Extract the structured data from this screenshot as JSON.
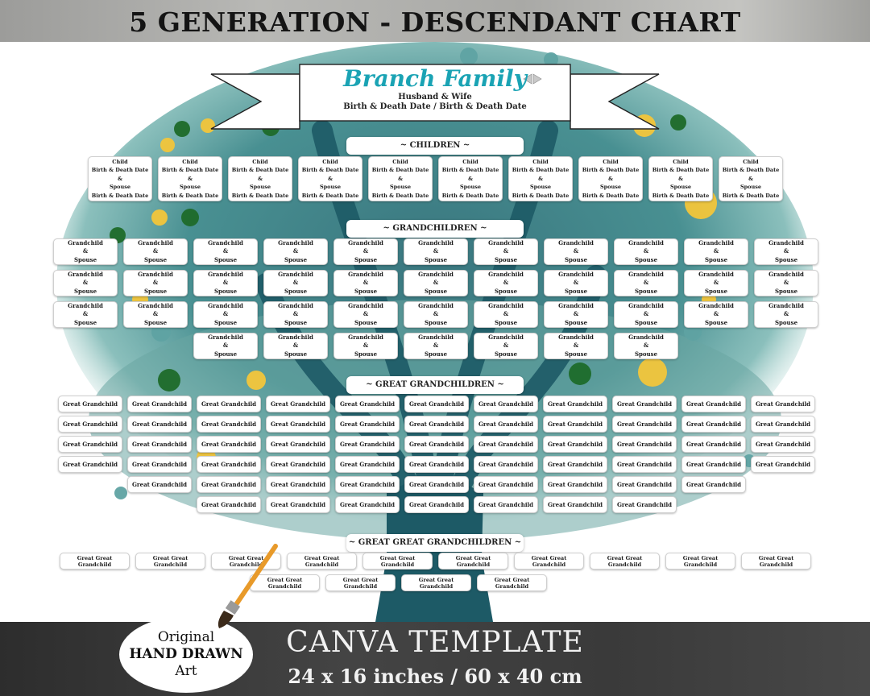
{
  "title": "5 GENERATION - DESCENDANT CHART",
  "header": {
    "family_name": "Branch Family",
    "couple": "Husband & Wife",
    "dates": "Birth & Death Date / Birth & Death Date"
  },
  "sections": {
    "children": "~ CHILDREN ~",
    "grandchildren": "~ GRANDCHILDREN ~",
    "great_grandchildren": "~ GREAT GRANDCHILDREN ~",
    "great_great_grandchildren": "~ GREAT GREAT GRANDCHILDREN ~"
  },
  "child_card": {
    "name": "Child",
    "dates": "Birth & Death Date",
    "amp": "&",
    "spouse": "Spouse",
    "spouse_dates": "Birth & Death Date",
    "count": 10
  },
  "grandchild_card": {
    "name": "Grandchild",
    "amp": "&",
    "spouse": "Spouse",
    "column_counts": [
      3,
      3,
      4,
      4,
      4,
      4,
      4,
      4,
      4,
      3,
      3
    ]
  },
  "great_grandchild_card": {
    "label": "Great Grandchild",
    "column_counts": [
      4,
      5,
      6,
      6,
      6,
      6,
      6,
      6,
      6,
      5,
      4
    ]
  },
  "great_great_grandchild_card": {
    "label": "Great Great Grandchild",
    "row1_count": 10,
    "row2_count": 4
  },
  "footer": {
    "badge_line1": "Original",
    "badge_line2": "HAND DRAWN",
    "badge_line3": "Art",
    "product": "CANVA TEMPLATE",
    "size": "24 x 16 inches / 60 x 40 cm"
  },
  "colors": {
    "teal": "#1e5c68",
    "teal_light": "#5fa3a3",
    "yellow": "#f3c63b",
    "green": "#1e6b2a",
    "accent_text": "#1aa3b4"
  }
}
